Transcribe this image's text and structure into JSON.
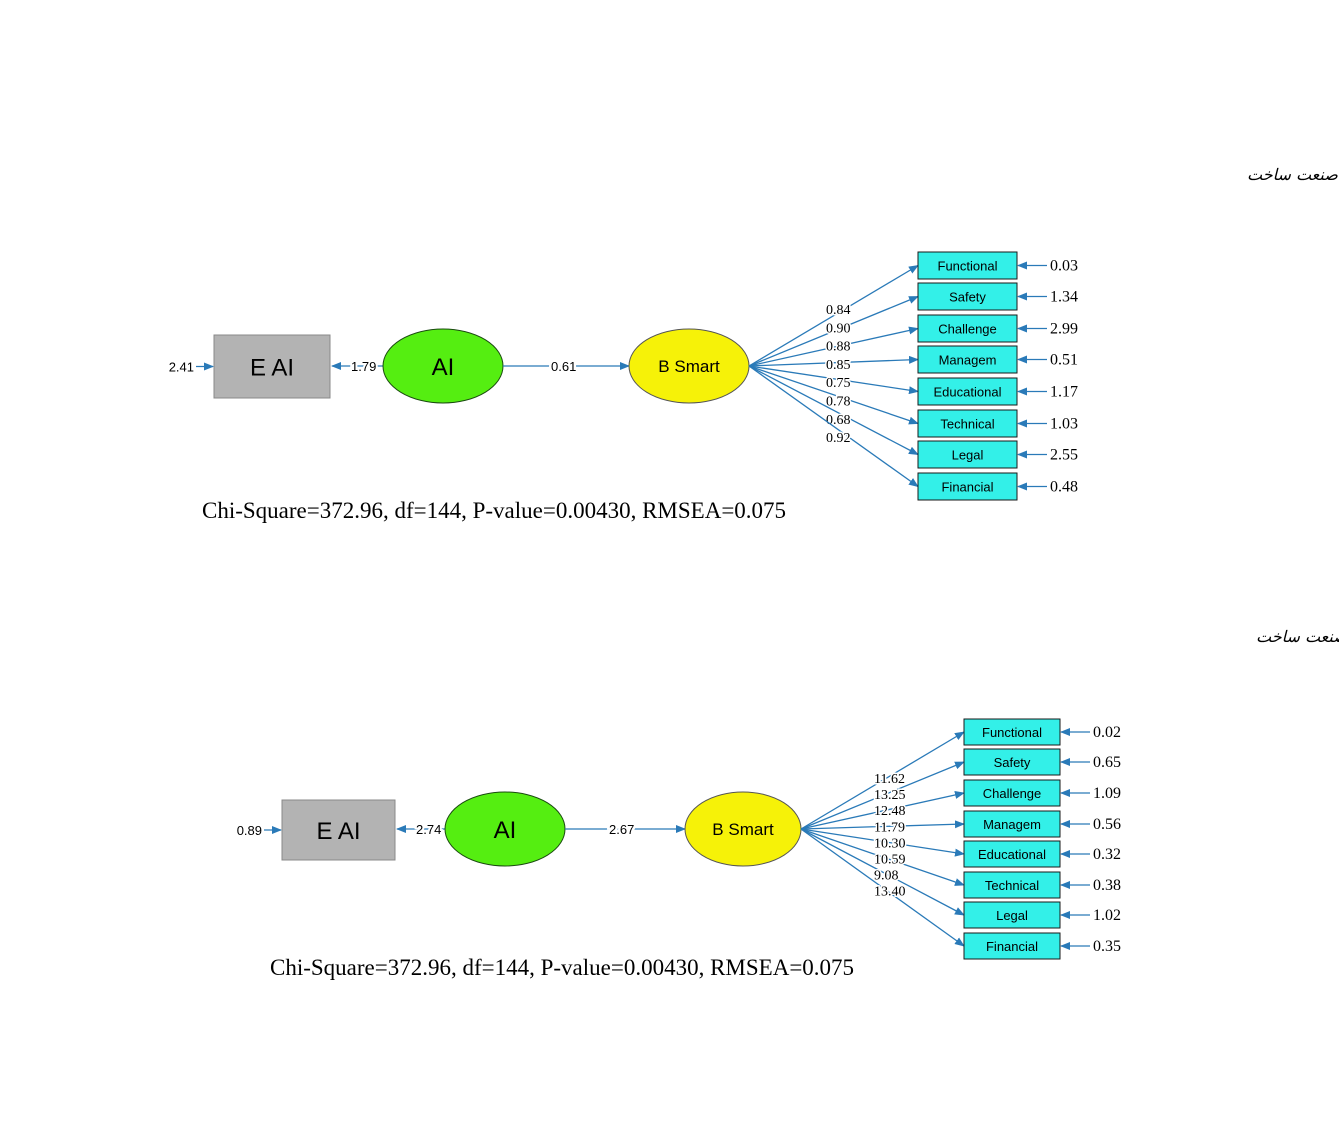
{
  "colors": {
    "box_fill": "#33f0e8",
    "e_ai_fill": "#b3b3b3",
    "ai_fill": "#55ee11",
    "b_smart_fill": "#f6f208",
    "arrow": "#2a7ab8"
  },
  "diagrams": [
    {
      "caption": "برازش مدل مفهومی مبنی بر کاربرد هوش مصنوعی در هوشمندسازی صنعت ساخت",
      "eai_label": "E AI",
      "eai_error": "2.41",
      "ai_label": "AI",
      "eai_path": "1.79",
      "b_label": "B Smart",
      "ai_b_path": "0.61",
      "indicators": [
        {
          "label": "Functional",
          "loading": "0.84",
          "error": "0.03"
        },
        {
          "label": "Safety",
          "loading": "0.90",
          "error": "1.34"
        },
        {
          "label": "Challenge",
          "loading": "0.88",
          "error": "2.99"
        },
        {
          "label": "Managem",
          "loading": "0.85",
          "error": "0.51"
        },
        {
          "label": "Educational",
          "loading": "0.75",
          "error": "1.17"
        },
        {
          "label": "Technical",
          "loading": "0.78",
          "error": "1.03"
        },
        {
          "label": "Legal",
          "loading": "0.68",
          "error": "2.55"
        },
        {
          "label": "Financial",
          "loading": "0.92",
          "error": "0.48"
        }
      ],
      "stats": "Chi-Square=372.96, df=144, P-value=0.00430, RMSEA=0.075"
    },
    {
      "caption": "معنی داری مدل مفهومی مبنی بر کاربرد هوش مصنوعی در هوشمندسازی صنعت ساخت",
      "eai_label": "E AI",
      "eai_error": "0.89",
      "ai_label": "AI",
      "eai_path": "2.74",
      "b_label": "B Smart",
      "ai_b_path": "2.67",
      "indicators": [
        {
          "label": "Functional",
          "loading": "11.62",
          "error": "0.02"
        },
        {
          "label": "Safety",
          "loading": "13.25",
          "error": "0.65"
        },
        {
          "label": "Challenge",
          "loading": "12.48",
          "error": "1.09"
        },
        {
          "label": "Managem",
          "loading": "11.79",
          "error": "0.56"
        },
        {
          "label": "Educational",
          "loading": "10.30",
          "error": "0.32"
        },
        {
          "label": "Technical",
          "loading": "10.59",
          "error": "0.38"
        },
        {
          "label": "Legal",
          "loading": "9.08",
          "error": "1.02"
        },
        {
          "label": "Financial",
          "loading": "13.40",
          "error": "0.35"
        }
      ],
      "stats": "Chi-Square=372.96, df=144, P-value=0.00430, RMSEA=0.075"
    }
  ]
}
